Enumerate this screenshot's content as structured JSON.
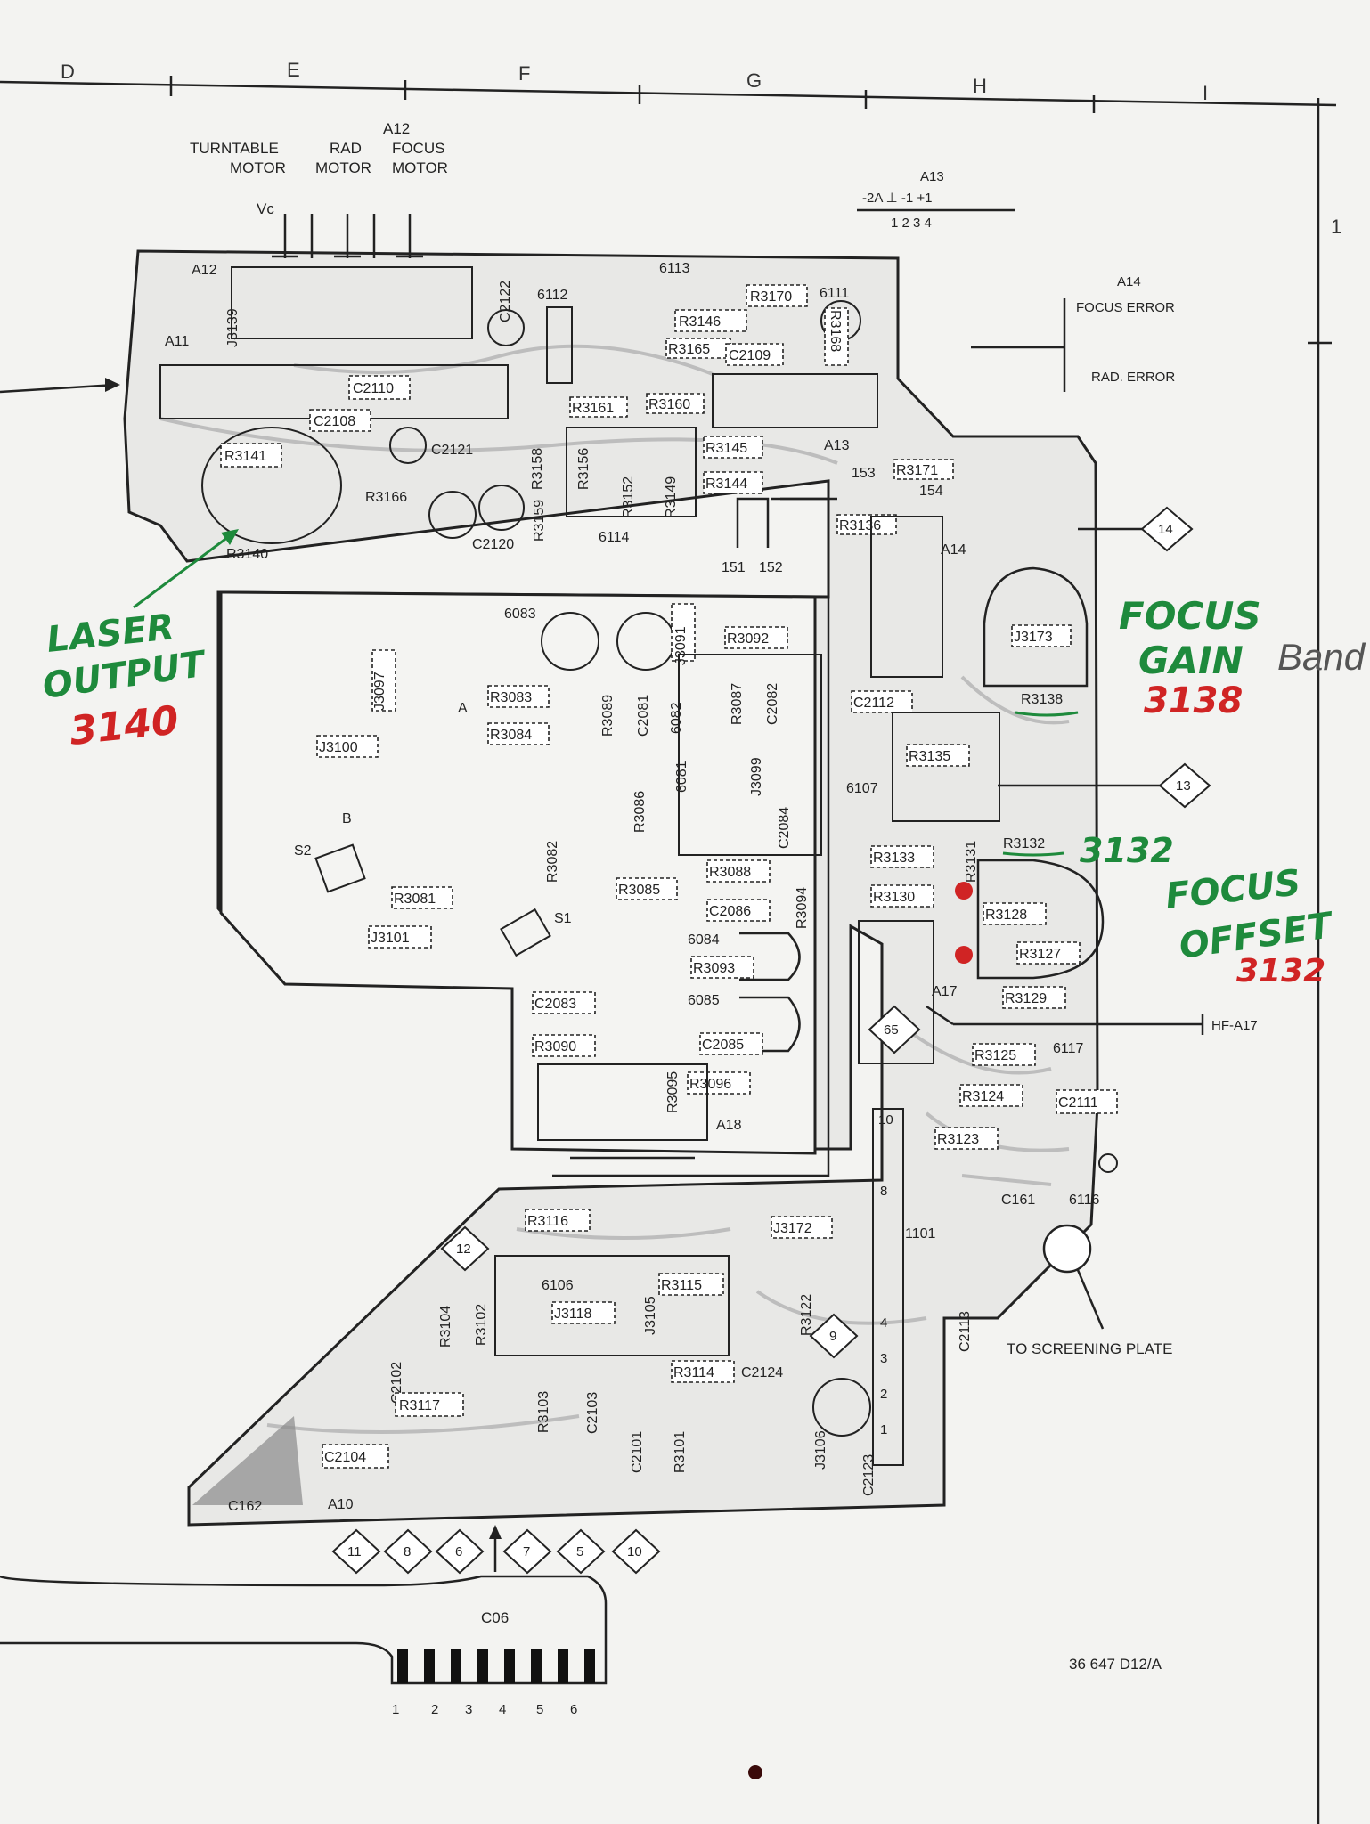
{
  "grid_top": [
    "D",
    "E",
    "F",
    "G",
    "H",
    "I"
  ],
  "grid_right": [
    "1"
  ],
  "connectors": {
    "a12_header": "A12",
    "turntable_motor": "TURNTABLE",
    "turntable_motor_2": "MOTOR",
    "rad_motor": "RAD",
    "rad_motor_2": "MOTOR",
    "focus_motor": "FOCUS",
    "focus_motor_2": "MOTOR",
    "vc": "Vc",
    "a13_header": "A13",
    "a13_pins": "-2A  ⊥  -1  +1",
    "a13_nums": "1   2   3   4",
    "a14_header": "A14",
    "a14_focus_error": "FOCUS ERROR",
    "a14_rad_error": "RAD. ERROR",
    "hf": "HF-A17",
    "screening": "TO SCREENING PLATE",
    "c06": "C06",
    "c06_pins": [
      "1",
      "2",
      "3",
      "4",
      "5",
      "6"
    ],
    "doc_number": "36 647 D12/A"
  },
  "components": {
    "top": [
      "A12",
      "A11",
      "R3141",
      "R3140",
      "C2110",
      "C2108",
      "C2121",
      "R3166",
      "C2120",
      "C2122",
      "6112",
      "6113",
      "R3170",
      "6111",
      "R3146",
      "R3165",
      "C2109",
      "R3168",
      "R3161",
      "R3160",
      "R3156",
      "R3152",
      "R3149",
      "R3145",
      "R3144",
      "6114",
      "A13",
      "153",
      "154",
      "R3171",
      "R3136",
      "151",
      "152",
      "R3158",
      "R3159",
      "J3139"
    ],
    "middle": [
      "6083",
      "J3091",
      "R3092",
      "J3097",
      "R3083",
      "R3084",
      "R3089",
      "C2081",
      "6082",
      "R3087",
      "C2082",
      "J3100",
      "A",
      "B",
      "6081",
      "J3099",
      "R3086",
      "C2084",
      "S2",
      "R3082",
      "R3081",
      "J3101",
      "S1",
      "R3085",
      "R3088",
      "C2086",
      "R3094",
      "6084",
      "R3093",
      "6085",
      "C2083",
      "R3090",
      "C2085",
      "R3095",
      "R3096",
      "A18"
    ],
    "right": [
      "A14",
      "J3173",
      "R3138",
      "C2112",
      "R3135",
      "6107",
      "R3132",
      "R3133",
      "R3131",
      "R3130",
      "R3128",
      "R3127",
      "A17",
      "R3129",
      "R3125",
      "6117",
      "R3124",
      "C2111",
      "R3123",
      "C161",
      "6116",
      "1101",
      "C2113"
    ],
    "bottom": [
      "R3116",
      "J3172",
      "6106",
      "J3118",
      "J3105",
      "R3115",
      "R3102",
      "R3104",
      "R3122",
      "R3114",
      "C2124",
      "C2102",
      "R3117",
      "R3103",
      "C2103",
      "C2101",
      "R3101",
      "J3106",
      "C2123",
      "C2104",
      "C162",
      "A10"
    ]
  },
  "diamonds": [
    "14",
    "13",
    "65",
    "12",
    "9",
    "11",
    "8",
    "6",
    "7",
    "5",
    "10"
  ],
  "annotations": {
    "laser_1": "LASER",
    "laser_2": "OUTPUT",
    "laser_val": "3140",
    "gain_1": "FOCUS",
    "gain_2": "GAIN",
    "gain_val": "3138",
    "offset_label": "3132",
    "offset_1": "FOCUS",
    "offset_2": "OFFSET",
    "offset_val": "3132",
    "margin_word": "Band"
  }
}
